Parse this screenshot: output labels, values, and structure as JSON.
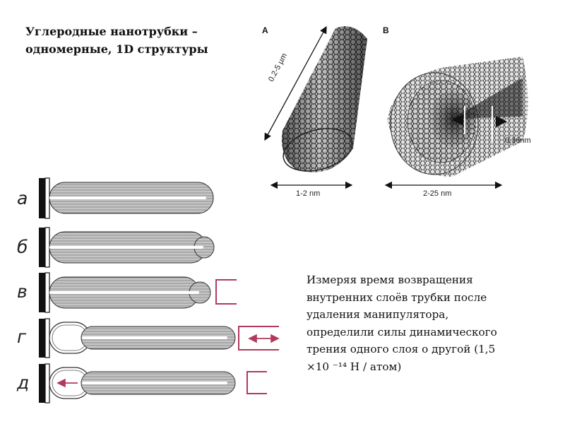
{
  "title": {
    "line1": "Углеродные нанотрубки –",
    "line2": "одномерные, 1D структуры"
  },
  "panel_a": {
    "letter": "A",
    "length_label": "0.2-5 µm",
    "diameter_label": "1-2 nm"
  },
  "panel_b": {
    "letter": "B",
    "spacing_label": "0.36nm",
    "diameter_label": "2-25 nm"
  },
  "stages": [
    {
      "letter": "а"
    },
    {
      "letter": "б"
    },
    {
      "letter": "в"
    },
    {
      "letter": "г"
    },
    {
      "letter": "д"
    }
  ],
  "description": {
    "line1": "Измеряя время возвращения",
    "line2": "внутренних слоёв трубки после",
    "line3": "удаления манипулятора,",
    "line4": "определили силы динамического",
    "line5": "трения одного слоя о другой (1,5",
    "line6": "×10 ⁻¹⁴ Н / атом)"
  },
  "colors": {
    "manipulator": "#b03a5b",
    "wall": "#111111"
  }
}
